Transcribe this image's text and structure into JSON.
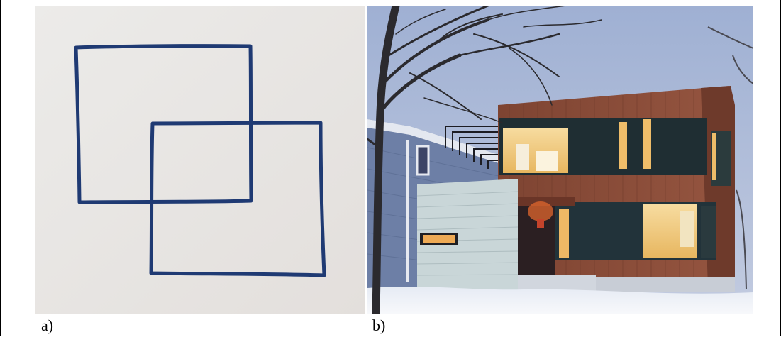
{
  "figure": {
    "panel_a": {
      "caption": "a)",
      "subject": "hand-drawn-overlapping-squares",
      "ink_color": "#1f3a73",
      "paper_color": "#e9e6e4"
    },
    "panel_b": {
      "caption": "b)",
      "subject": "modern-house-at-dusk",
      "sky_color": "#aebbd6",
      "wood_color": "#8a4b36",
      "light_color": "#f0c879"
    }
  }
}
